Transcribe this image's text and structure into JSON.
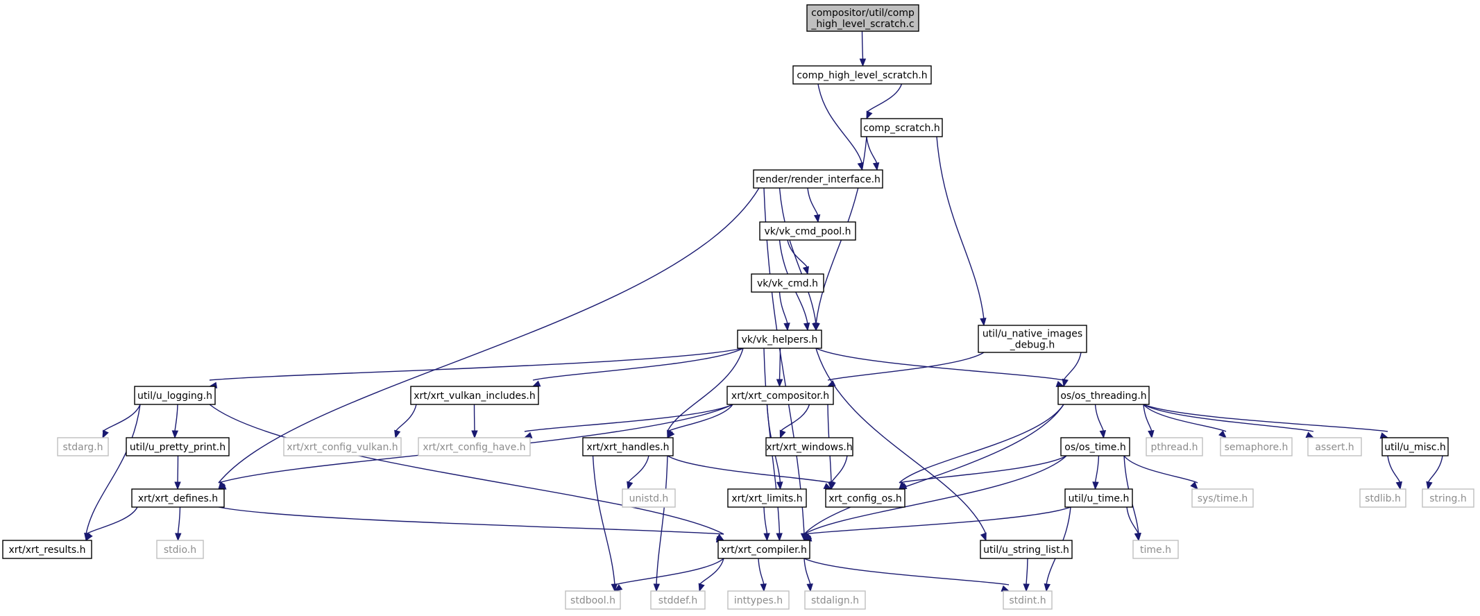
{
  "graph": {
    "colors": {
      "edge": "#191970",
      "root_fill": "#bfbfbf",
      "node_border": "#000000",
      "system_border": "#bfbfbf",
      "system_text": "#8c8c8c"
    },
    "nodes": [
      {
        "id": "root",
        "label": "compositor/util/comp\n_high_level_scratch.c",
        "kind": "root"
      },
      {
        "id": "chls",
        "label": "comp_high_level_scratch.h",
        "kind": "local"
      },
      {
        "id": "cs",
        "label": "comp_scratch.h",
        "kind": "local"
      },
      {
        "id": "rri",
        "label": "render/render_interface.h",
        "kind": "local"
      },
      {
        "id": "vcp",
        "label": "vk/vk_cmd_pool.h",
        "kind": "local"
      },
      {
        "id": "vc",
        "label": "vk/vk_cmd.h",
        "kind": "local"
      },
      {
        "id": "vkh",
        "label": "vk/vk_helpers.h",
        "kind": "local"
      },
      {
        "id": "unid",
        "label": "util/u_native_images\n_debug.h",
        "kind": "local"
      },
      {
        "id": "ulog",
        "label": "util/u_logging.h",
        "kind": "local"
      },
      {
        "id": "xvi",
        "label": "xrt/xrt_vulkan_includes.h",
        "kind": "local"
      },
      {
        "id": "xcomp",
        "label": "xrt/xrt_compositor.h",
        "kind": "local"
      },
      {
        "id": "ost",
        "label": "os/os_threading.h",
        "kind": "local"
      },
      {
        "id": "stdarg",
        "label": "stdarg.h",
        "kind": "system"
      },
      {
        "id": "upp",
        "label": "util/u_pretty_print.h",
        "kind": "local"
      },
      {
        "id": "xcv",
        "label": "xrt/xrt_config_vulkan.h",
        "kind": "system"
      },
      {
        "id": "xch",
        "label": "xrt/xrt_config_have.h",
        "kind": "system"
      },
      {
        "id": "xhand",
        "label": "xrt/xrt_handles.h",
        "kind": "local"
      },
      {
        "id": "xwin",
        "label": "xrt/xrt_windows.h",
        "kind": "local"
      },
      {
        "id": "ostime",
        "label": "os/os_time.h",
        "kind": "local"
      },
      {
        "id": "pthread",
        "label": "pthread.h",
        "kind": "system"
      },
      {
        "id": "sema",
        "label": "semaphore.h",
        "kind": "system"
      },
      {
        "id": "assert",
        "label": "assert.h",
        "kind": "system"
      },
      {
        "id": "umisc",
        "label": "util/u_misc.h",
        "kind": "local"
      },
      {
        "id": "xdef",
        "label": "xrt/xrt_defines.h",
        "kind": "local"
      },
      {
        "id": "unistd",
        "label": "unistd.h",
        "kind": "system"
      },
      {
        "id": "xlim",
        "label": "xrt/xrt_limits.h",
        "kind": "local"
      },
      {
        "id": "xcos",
        "label": "xrt_config_os.h",
        "kind": "local"
      },
      {
        "id": "utime",
        "label": "util/u_time.h",
        "kind": "local"
      },
      {
        "id": "systime",
        "label": "sys/time.h",
        "kind": "system"
      },
      {
        "id": "stdlib",
        "label": "stdlib.h",
        "kind": "system"
      },
      {
        "id": "string",
        "label": "string.h",
        "kind": "system"
      },
      {
        "id": "xres",
        "label": "xrt/xrt_results.h",
        "kind": "local"
      },
      {
        "id": "stdio",
        "label": "stdio.h",
        "kind": "system"
      },
      {
        "id": "xcomp2",
        "label": "xrt/xrt_compiler.h",
        "kind": "local"
      },
      {
        "id": "usl",
        "label": "util/u_string_list.h",
        "kind": "local"
      },
      {
        "id": "timeh",
        "label": "time.h",
        "kind": "system"
      },
      {
        "id": "stdbool",
        "label": "stdbool.h",
        "kind": "system"
      },
      {
        "id": "stddef",
        "label": "stddef.h",
        "kind": "system"
      },
      {
        "id": "inttypes",
        "label": "inttypes.h",
        "kind": "system"
      },
      {
        "id": "stdalign",
        "label": "stdalign.h",
        "kind": "system"
      },
      {
        "id": "stdint",
        "label": "stdint.h",
        "kind": "system"
      }
    ],
    "edges": [
      [
        "root",
        "chls"
      ],
      [
        "chls",
        "cs"
      ],
      [
        "chls",
        "rri"
      ],
      [
        "cs",
        "rri"
      ],
      [
        "cs",
        "vkh"
      ],
      [
        "cs",
        "unid"
      ],
      [
        "rri",
        "vcp"
      ],
      [
        "rri",
        "vkh"
      ],
      [
        "rri",
        "xdef"
      ],
      [
        "rri",
        "xcomp2"
      ],
      [
        "vcp",
        "vc"
      ],
      [
        "vcp",
        "vkh"
      ],
      [
        "vc",
        "vkh"
      ],
      [
        "vkh",
        "ulog"
      ],
      [
        "vkh",
        "xvi"
      ],
      [
        "vkh",
        "xcomp"
      ],
      [
        "vkh",
        "ost"
      ],
      [
        "vkh",
        "xhand"
      ],
      [
        "vkh",
        "xcomp2"
      ],
      [
        "vkh",
        "usl"
      ],
      [
        "unid",
        "xcomp"
      ],
      [
        "unid",
        "ost"
      ],
      [
        "ulog",
        "stdarg"
      ],
      [
        "ulog",
        "upp"
      ],
      [
        "ulog",
        "xres"
      ],
      [
        "ulog",
        "xcomp2"
      ],
      [
        "upp",
        "xdef"
      ],
      [
        "xvi",
        "xcv"
      ],
      [
        "xvi",
        "xch"
      ],
      [
        "xcomp",
        "xch"
      ],
      [
        "xcomp",
        "xhand"
      ],
      [
        "xcomp",
        "xwin"
      ],
      [
        "xcomp",
        "xlim"
      ],
      [
        "xcomp",
        "xcos"
      ],
      [
        "xcomp",
        "xdef"
      ],
      [
        "ost",
        "xcos"
      ],
      [
        "ost",
        "ostime"
      ],
      [
        "ost",
        "pthread"
      ],
      [
        "ost",
        "sema"
      ],
      [
        "ost",
        "assert"
      ],
      [
        "ost",
        "umisc"
      ],
      [
        "ost",
        "xcomp2"
      ],
      [
        "xhand",
        "unistd"
      ],
      [
        "xhand",
        "stdbool"
      ],
      [
        "xhand",
        "stddef"
      ],
      [
        "xhand",
        "xcos"
      ],
      [
        "xwin",
        "xcos"
      ],
      [
        "xlim",
        "xcomp2"
      ],
      [
        "ostime",
        "xcos"
      ],
      [
        "ostime",
        "systime"
      ],
      [
        "ostime",
        "utime"
      ],
      [
        "ostime",
        "timeh"
      ],
      [
        "ostime",
        "xcomp2"
      ],
      [
        "umisc",
        "stdlib"
      ],
      [
        "umisc",
        "string"
      ],
      [
        "xdef",
        "xres"
      ],
      [
        "xdef",
        "stdio"
      ],
      [
        "xdef",
        "xcomp2"
      ],
      [
        "utime",
        "xcomp2"
      ],
      [
        "utime",
        "timeh"
      ],
      [
        "utime",
        "stdint"
      ],
      [
        "usl",
        "stdint"
      ],
      [
        "xcomp2",
        "stdbool"
      ],
      [
        "xcomp2",
        "stddef"
      ],
      [
        "xcomp2",
        "inttypes"
      ],
      [
        "xcomp2",
        "stdalign"
      ],
      [
        "xcomp2",
        "stdint"
      ]
    ]
  }
}
